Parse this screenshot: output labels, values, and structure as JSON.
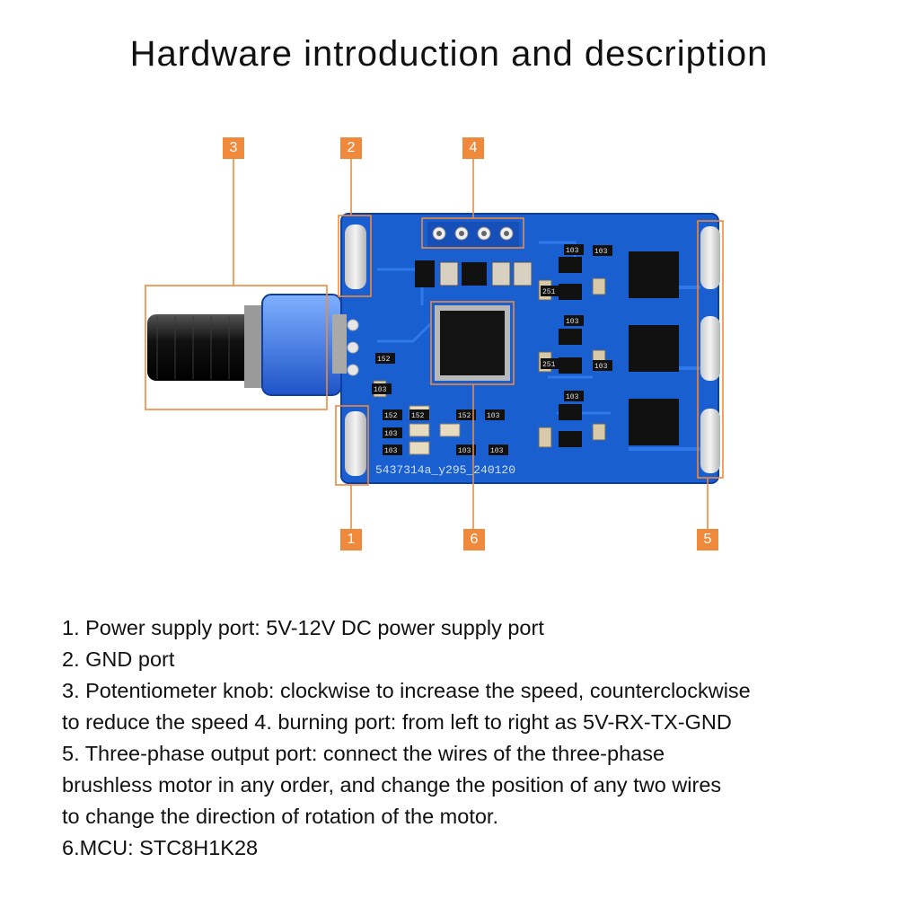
{
  "page": {
    "title": "Hardware introduction and description"
  },
  "figure": {
    "callouts": [
      "1",
      "2",
      "3",
      "4",
      "5",
      "6"
    ],
    "board_silkscreen": "5437314a_y295_240120",
    "chip_markings": [
      "152",
      "103",
      "152",
      "103",
      "103",
      "152",
      "103",
      "103",
      "103",
      "152",
      "103",
      "103",
      "251",
      "103",
      "251",
      "103",
      "103"
    ],
    "colors": {
      "accent": "#ef8a3c",
      "board": "#1a5fd0",
      "board_dark": "#0e3f9e"
    },
    "icons": [
      "potentiometer-knob-icon",
      "pcb-board-icon",
      "mcu-chip-icon"
    ]
  },
  "description": {
    "lines": [
      "1. Power supply port: 5V-12V DC power supply port",
      "2. GND port",
      "3. Potentiometer knob: clockwise to increase the speed, counterclockwise",
      "to reduce the speed 4. burning port: from left to right as 5V-RX-TX-GND",
      "5. Three-phase output port: connect the wires of the three-phase",
      "brushless motor in any order, and change the position of any two wires",
      "to change the direction of rotation of the motor.",
      "6.MCU: STC8H1K28"
    ]
  }
}
